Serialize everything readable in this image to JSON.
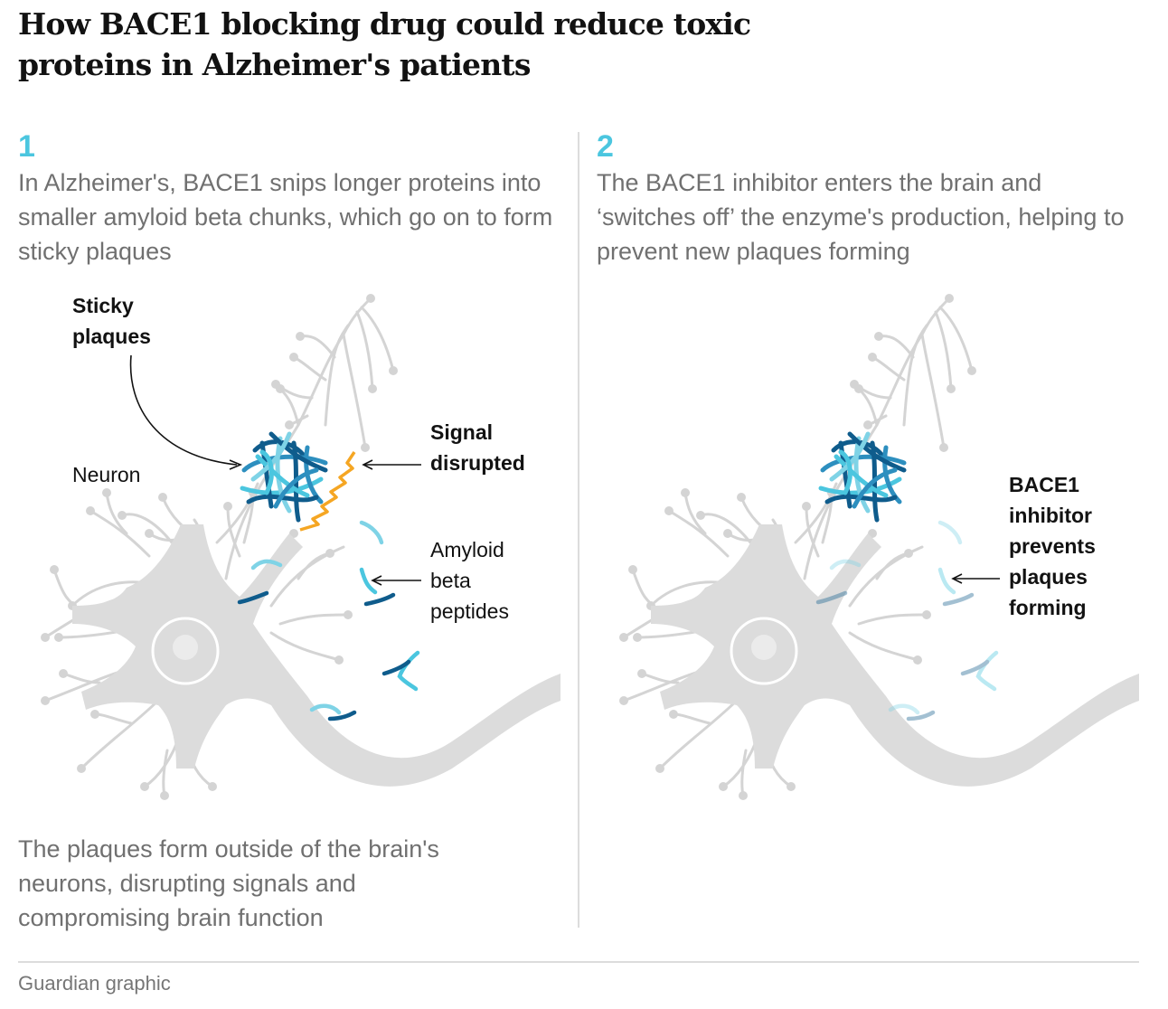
{
  "title": "How BACE1 blocking drug could reduce toxic proteins in Alzheimer's patients",
  "step1": {
    "number": "1",
    "text": "In Alzheimer's, BACE1 snips longer proteins into smaller amyloid beta chunks, which go on to form sticky plaques"
  },
  "step2": {
    "number": "2",
    "text": "The BACE1 inhibitor enters the brain and ‘switches off’ the enzyme's production, helping to prevent new plaques forming"
  },
  "labels": {
    "sticky_plaques": "Sticky plaques",
    "neuron": "Neuron",
    "signal_disrupted": "Signal disrupted",
    "amyloid_beta": "Amyloid beta peptides",
    "bace1_inhibitor": "BACE1 inhibitor prevents plaques forming"
  },
  "bottom_note": "The plaques form outside of the brain's neurons, disrupting signals and compromising brain function",
  "source": "Guardian graphic",
  "colors": {
    "accent": "#4bc6df",
    "dark_blue": "#0f5c8c",
    "mid_blue": "#2d8fbf",
    "light_blue": "#7fd3e6",
    "signal": "#f5a623",
    "neuron_gray": "#dcdcdc"
  }
}
